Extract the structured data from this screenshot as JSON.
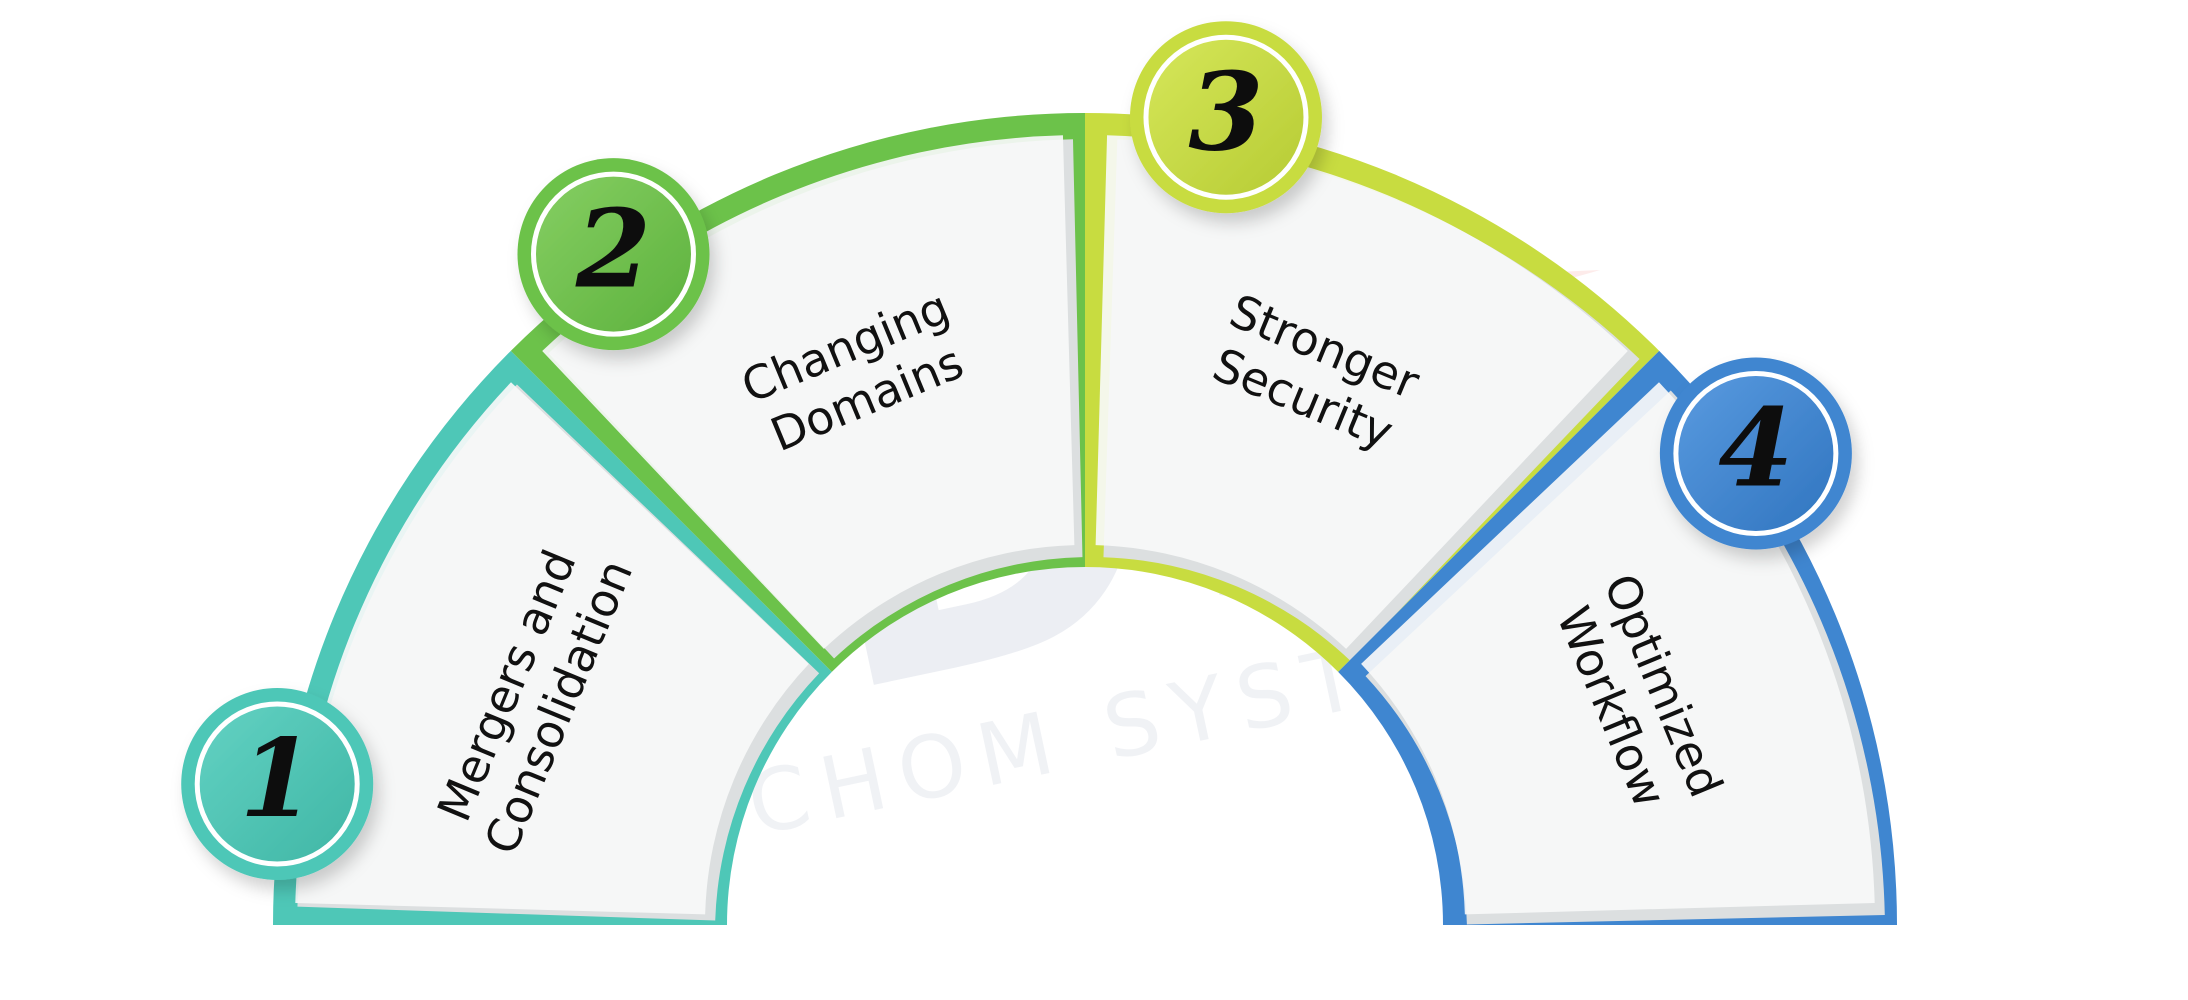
{
  "segments": [
    {
      "id": "1",
      "number": "1",
      "lines": [
        "Mergers and",
        "Consolidation"
      ],
      "color": "#4ec7b7",
      "color_dark": "#3fb6a5"
    },
    {
      "id": "2",
      "number": "2",
      "lines": [
        "Changing",
        "Domains"
      ],
      "color": "#6cc24a",
      "color_dark": "#5cb13c"
    },
    {
      "id": "3",
      "number": "3",
      "lines": [
        "Stronger",
        "Security"
      ],
      "color": "#c8dc40",
      "color_dark": "#b6cb33"
    },
    {
      "id": "4",
      "number": "4",
      "lines": [
        "Optimized",
        "Workflow"
      ],
      "color": "#3f86d0",
      "color_dark": "#2f74bf"
    }
  ],
  "watermark": {
    "brand": "IDS",
    "company": "TECHOM SYSTEMS"
  },
  "colors": {
    "panel_fill": "#f7f9f8",
    "panel_shadow": "#dcdfe0",
    "watermark": "#e9ecf1"
  }
}
